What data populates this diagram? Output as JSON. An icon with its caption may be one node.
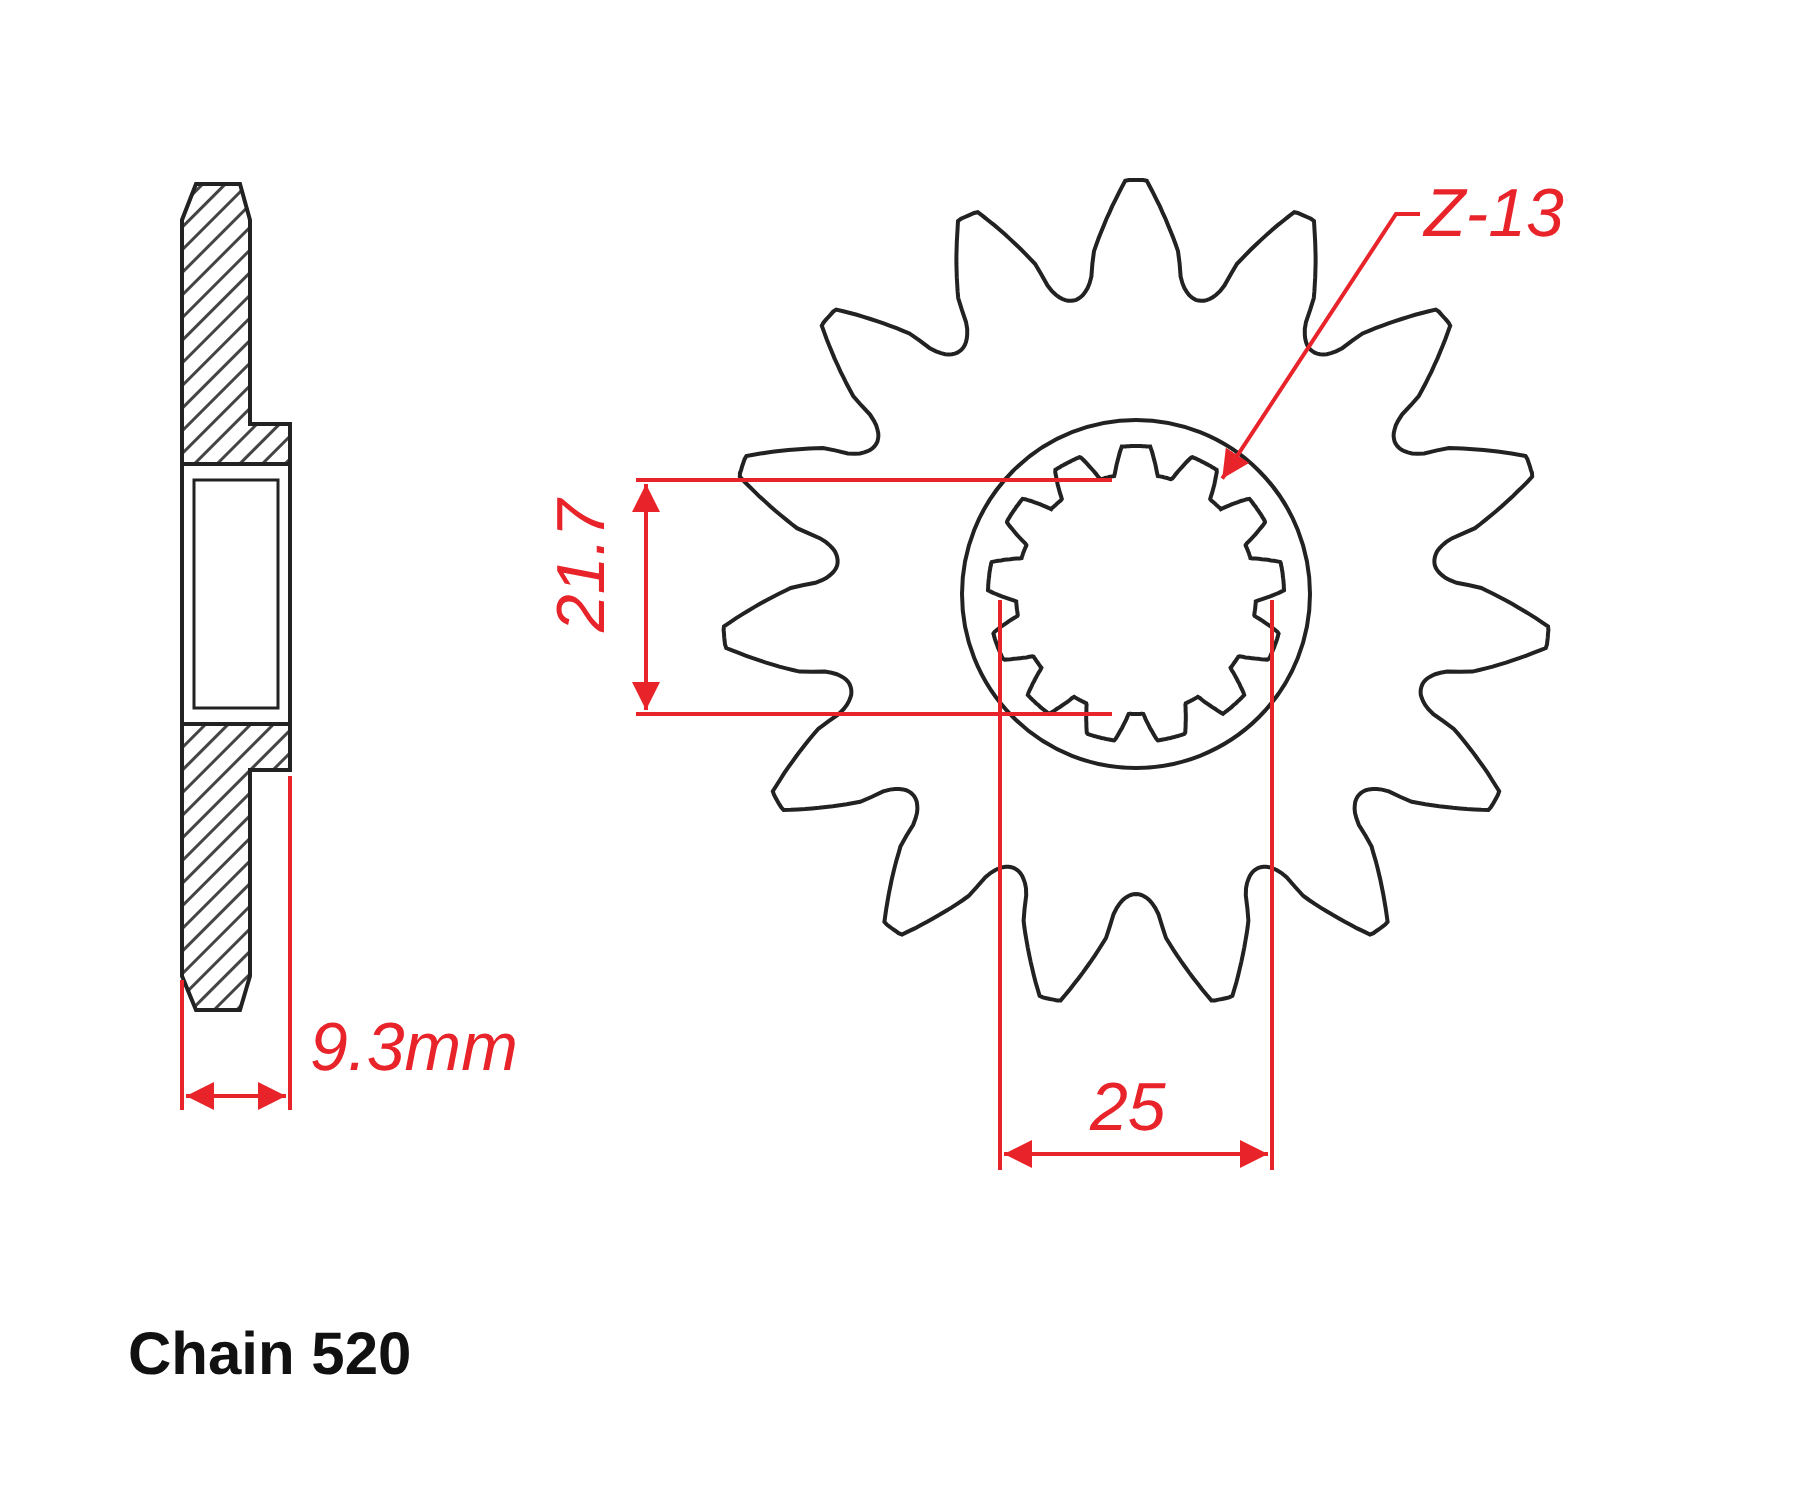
{
  "diagram": {
    "nodes": [
      {
        "text": [
          "Z-13"
        ]
      },
      {
        "text": [],
        "shape": "picture"
      }
    ],
    "edges": [
      {
        "from": 0,
        "to": 1,
        "arrow": "to"
      }
    ],
    "labels": [
      "21.7",
      "9.3mm",
      "25",
      "Chain 520"
    ]
  }
}
